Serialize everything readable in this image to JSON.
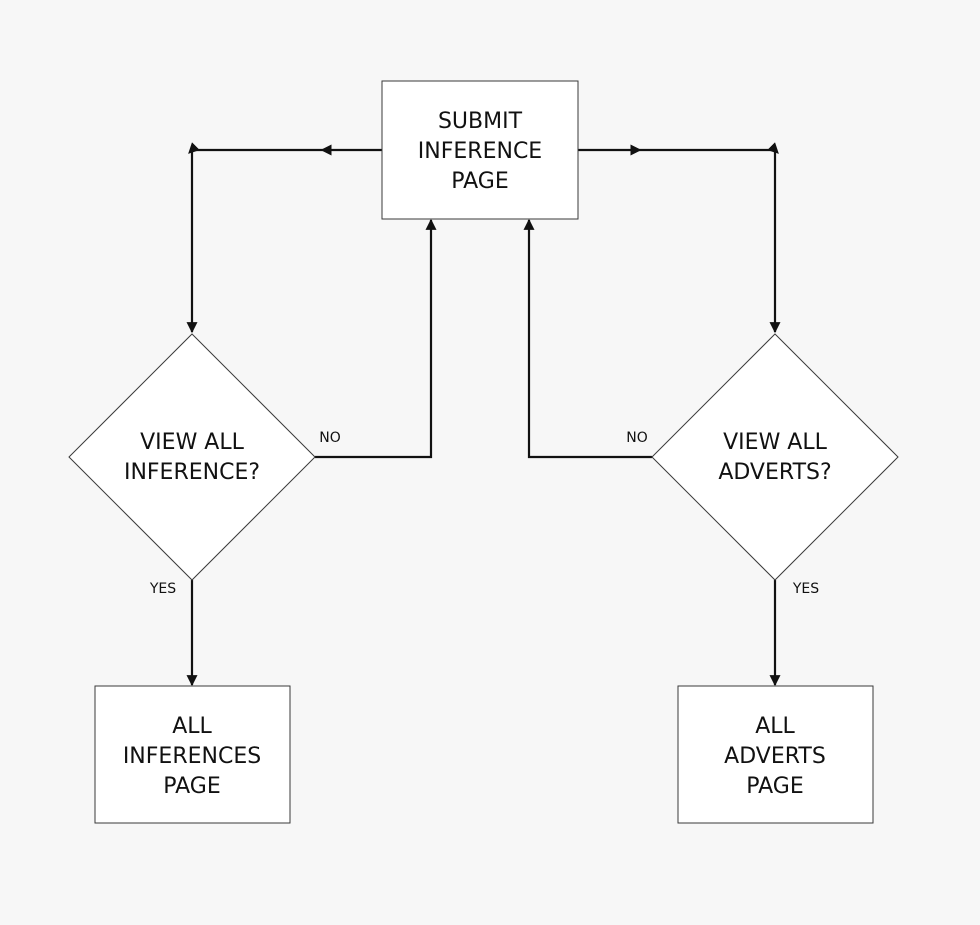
{
  "diagram": {
    "nodes": {
      "submit": {
        "shape": "process",
        "lines": [
          "SUBMIT",
          "INFERENCE",
          "PAGE"
        ]
      },
      "view_inference": {
        "shape": "decision",
        "lines": [
          "VIEW ALL",
          "INFERENCE?"
        ]
      },
      "view_adverts": {
        "shape": "decision",
        "lines": [
          "VIEW ALL",
          "ADVERTS?"
        ]
      },
      "all_inferences": {
        "shape": "process",
        "lines": [
          "ALL",
          "INFERENCES",
          "PAGE"
        ]
      },
      "all_adverts": {
        "shape": "process",
        "lines": [
          "ALL",
          "ADVERTS",
          "PAGE"
        ]
      }
    },
    "edges": [
      {
        "from": "submit",
        "to": "view_inference",
        "label": ""
      },
      {
        "from": "submit",
        "to": "view_adverts",
        "label": ""
      },
      {
        "from": "view_inference",
        "to": "submit",
        "label": "NO"
      },
      {
        "from": "view_adverts",
        "to": "submit",
        "label": "NO"
      },
      {
        "from": "view_inference",
        "to": "all_inferences",
        "label": "YES"
      },
      {
        "from": "view_adverts",
        "to": "all_adverts",
        "label": "YES"
      }
    ],
    "colors": {
      "background": "#f7f7f7",
      "node_fill": "#ffffff",
      "node_border": "#3a3a3a",
      "edge": "#111111",
      "text": "#111111"
    }
  }
}
